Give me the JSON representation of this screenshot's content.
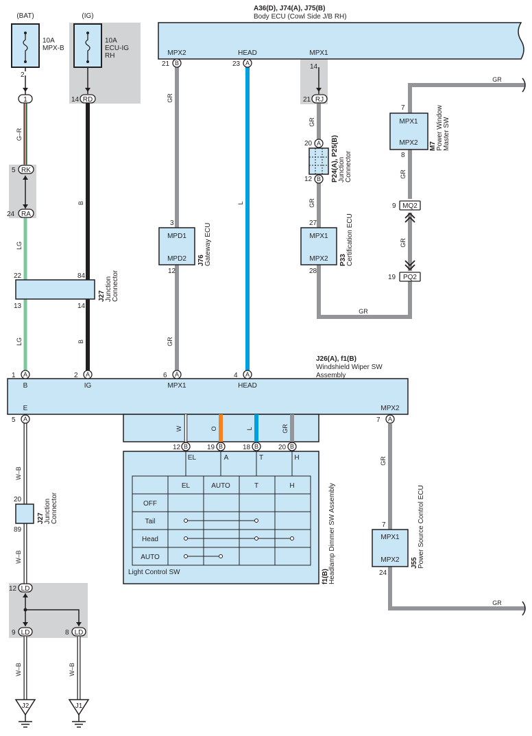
{
  "supply": {
    "bat_label": "(BAT)",
    "ig_label": "(IG)",
    "fuse_bat": {
      "rating": "10A",
      "name": "MPX-B",
      "pin": "2"
    },
    "fuse_ig": {
      "rating": "10A",
      "name": "ECU-IG",
      "name2": "RH",
      "pin_no": "14",
      "pin": "RD"
    }
  },
  "body_ecu": {
    "code": "A36(D), J74(A), J75(B)",
    "name": "Body ECU (Cowl Side J/B RH)",
    "terminals": [
      {
        "label": "MPX2",
        "pin_no": "21",
        "conn": "B"
      },
      {
        "label": "HEAD",
        "pin_no": "23",
        "conn": "A"
      },
      {
        "label": "MPX1",
        "pin_no": "14",
        "conn": ""
      }
    ]
  },
  "wire_colors": {
    "gr": "GR",
    "b": "B",
    "l": "L",
    "lg": "LG",
    "gr_line": "G–R",
    "wb": "W–B",
    "w": "W",
    "o": "O"
  },
  "connectors": {
    "c1": {
      "pin_no": "",
      "pin": "1"
    },
    "rk": {
      "pin_no": "5",
      "pin": "RK"
    },
    "ra": {
      "pin_no": "24",
      "pin": "RA"
    },
    "rj": {
      "pin_no": "21",
      "pin": "RJ"
    },
    "mq2": {
      "pin_no": "9",
      "pin": "MQ2"
    },
    "pq2": {
      "pin_no": "19",
      "pin": "PQ2"
    },
    "ld1": {
      "pin_no": "12",
      "pin": "LD"
    },
    "ld2": {
      "pin_no": "9",
      "pin": "LD"
    },
    "ld3": {
      "pin_no": "8",
      "pin": "LD"
    }
  },
  "j27_top": {
    "code": "J27",
    "name": "Junction",
    "name2": "Connector",
    "pins": [
      "22",
      "84",
      "13",
      "14"
    ]
  },
  "j27_bottom": {
    "code": "J27",
    "name": "Junction",
    "name2": "Connector",
    "pins": [
      "20",
      "89"
    ]
  },
  "gateway": {
    "code": "J76",
    "name": "Gateway ECU",
    "pin_top": "3",
    "pin_bottom": "12",
    "label_top": "MPD1",
    "label_bottom": "MPD2"
  },
  "certification": {
    "code": "P33",
    "name": "Certification ECU",
    "pin_top": "27",
    "pin_bottom": "28",
    "label_top": "MPX1",
    "label_bottom": "MPX2"
  },
  "junction_p24": {
    "code": "P24(A), P25(B)",
    "name": "Junction",
    "name2": "Connector",
    "pin_top": "20",
    "pin_bottom": "12",
    "conn_top": "A",
    "conn_bottom": "B"
  },
  "power_window": {
    "code": "M7",
    "name": "Power Window",
    "name2": "Master SW",
    "pin_top": "7",
    "pin_bottom": "8",
    "label_top": "MPX1",
    "label_bottom": "MPX2",
    "wire_right": "GR"
  },
  "power_source": {
    "code": "J55",
    "name": "Power Source Control ECU",
    "pin_top": "7",
    "pin_bottom": "24",
    "label_top": "MPX1",
    "label_bottom": "MPX2",
    "wire_right": "GR"
  },
  "wiper_sw": {
    "code": "J26(A), f1(B)",
    "name": "Windshield Wiper SW",
    "name2": "Assembly",
    "top_pins": [
      {
        "pin_no": "1",
        "conn": "A",
        "label": "B"
      },
      {
        "pin_no": "2",
        "conn": "A",
        "label": "IG"
      },
      {
        "pin_no": "6",
        "conn": "A",
        "label": "MPX1"
      },
      {
        "pin_no": "4",
        "conn": "A",
        "label": "HEAD"
      }
    ],
    "bottom_left": {
      "pin_no": "5",
      "conn": "A",
      "label": "E"
    },
    "bottom_right": {
      "pin_no": "7",
      "conn": "A",
      "label": "MPX2"
    }
  },
  "dimmer_sw": {
    "code": "f1(B)",
    "name": "Headlamp Dimmer SW Assembly",
    "light_control_label": "Light Control SW",
    "pins": [
      {
        "pin_no": "12",
        "conn": "B",
        "label": "EL"
      },
      {
        "pin_no": "19",
        "conn": "B",
        "label": "A"
      },
      {
        "pin_no": "18",
        "conn": "B",
        "label": "T"
      },
      {
        "pin_no": "20",
        "conn": "B",
        "label": "H"
      }
    ],
    "table": {
      "columns": [
        "EL",
        "AUTO",
        "T",
        "H"
      ],
      "rows": [
        "OFF",
        "Tail",
        "Head",
        "AUTO"
      ]
    }
  },
  "grounds": {
    "j2": "J2",
    "j1": "J1"
  },
  "colors": {
    "block_fill": "#c8e6f5",
    "grey_wire": "#939598",
    "blue_wire": "#00a0e0",
    "lg_wire": "#7cc89e",
    "orange_wire": "#f58220",
    "shade": "#d1d3d4"
  }
}
